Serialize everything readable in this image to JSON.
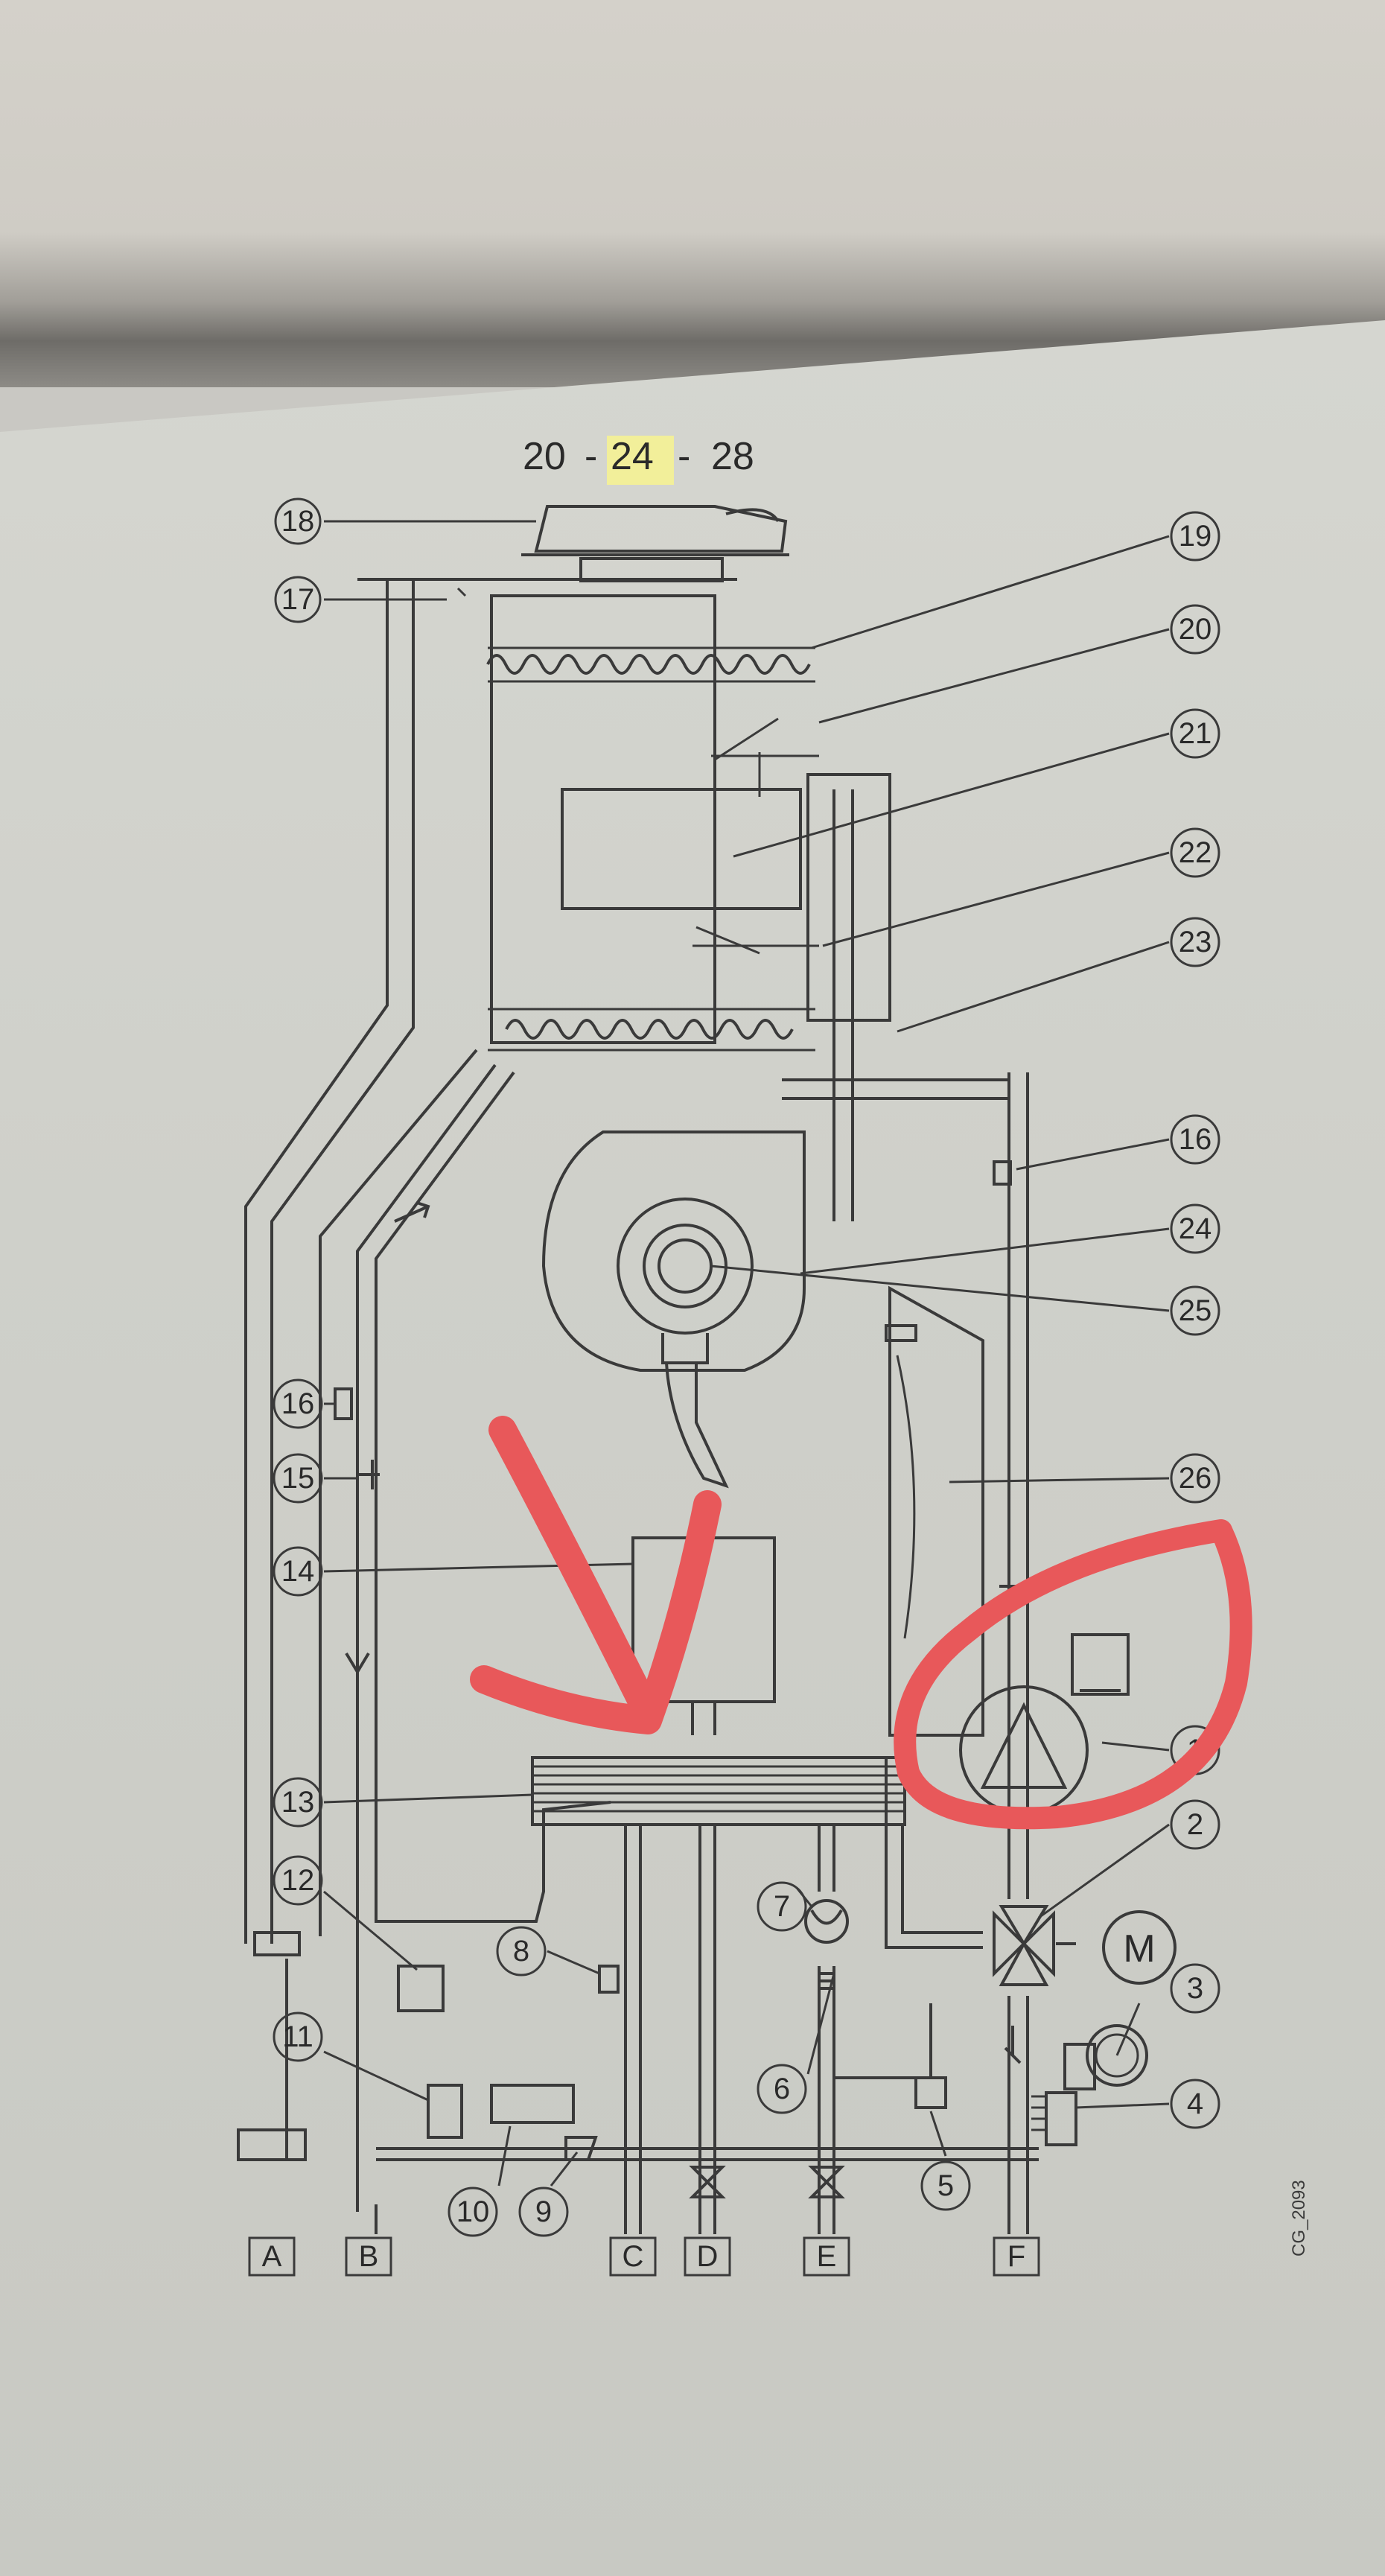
{
  "title": {
    "left": "20",
    "sep1": "-",
    "middle": "24",
    "sep2": "-",
    "right": "28",
    "highlight_color": "#f2ef9a"
  },
  "callouts": [
    {
      "id": "c18",
      "label": "18"
    },
    {
      "id": "c17",
      "label": "17"
    },
    {
      "id": "c19",
      "label": "19"
    },
    {
      "id": "c20",
      "label": "20"
    },
    {
      "id": "c21",
      "label": "21"
    },
    {
      "id": "c22",
      "label": "22"
    },
    {
      "id": "c23",
      "label": "23"
    },
    {
      "id": "c16a",
      "label": "16"
    },
    {
      "id": "c24",
      "label": "24"
    },
    {
      "id": "c25",
      "label": "25"
    },
    {
      "id": "c16b",
      "label": "16"
    },
    {
      "id": "c15",
      "label": "15"
    },
    {
      "id": "c26",
      "label": "26"
    },
    {
      "id": "c14",
      "label": "14"
    },
    {
      "id": "c1",
      "label": "1"
    },
    {
      "id": "c13",
      "label": "13"
    },
    {
      "id": "c2",
      "label": "2"
    },
    {
      "id": "c12",
      "label": "12"
    },
    {
      "id": "c7",
      "label": "7"
    },
    {
      "id": "c8",
      "label": "8"
    },
    {
      "id": "c3",
      "label": "3"
    },
    {
      "id": "c11",
      "label": "11"
    },
    {
      "id": "c6",
      "label": "6"
    },
    {
      "id": "c4",
      "label": "4"
    },
    {
      "id": "c5",
      "label": "5"
    },
    {
      "id": "c10",
      "label": "10"
    },
    {
      "id": "c9",
      "label": "9"
    }
  ],
  "motor_label": "M",
  "connections": [
    "A",
    "B",
    "C",
    "D",
    "E",
    "F"
  ],
  "drawing_code": "CG_2093",
  "annotation_color": "#e8585a"
}
